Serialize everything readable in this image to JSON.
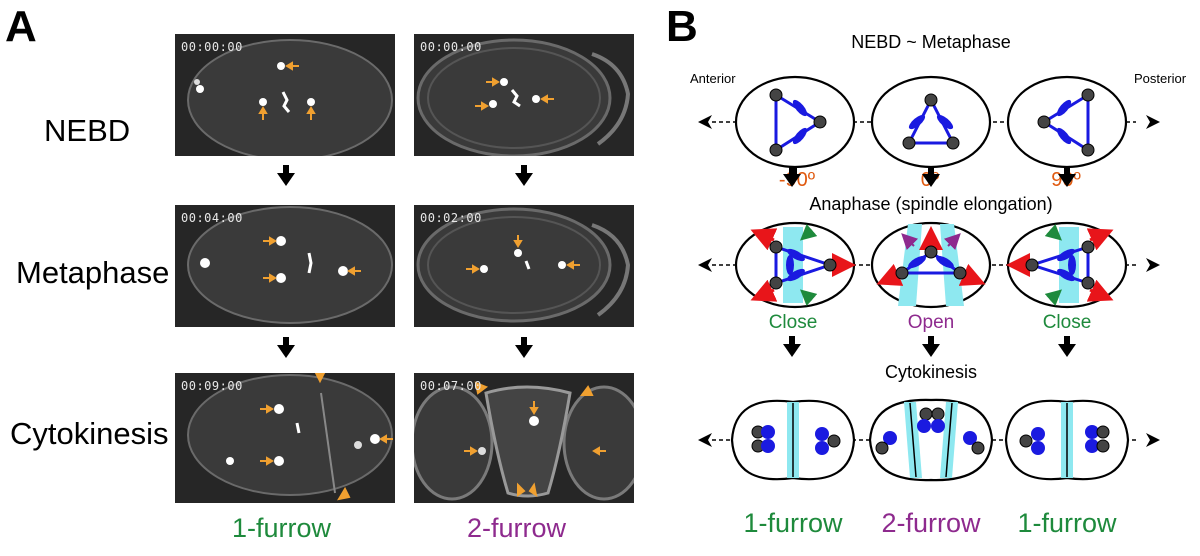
{
  "panel_a": {
    "letter": "A",
    "rows": [
      "NEBD",
      "Metaphase",
      "Cytokinesis"
    ],
    "timestamps": {
      "col1": [
        "00:00:00",
        "00:04:00",
        "00:09:00"
      ],
      "col2": [
        "00:00:00",
        "00:02:00",
        "00:07:00"
      ]
    },
    "columns": [
      {
        "label": "1-furrow",
        "color": "#1e8a3c"
      },
      {
        "label": "2-furrow",
        "color": "#8e2a8e"
      }
    ]
  },
  "panel_b": {
    "letter": "B",
    "stage1": "NEBD ~ Metaphase",
    "anterior": "Anterior",
    "posterior": "Posterior",
    "angles": [
      "-90º",
      "0º",
      "90º"
    ],
    "angle_color": "#e05a10",
    "stage2": "Anaphase (spindle elongation)",
    "states": [
      {
        "label": "Close",
        "color": "#1e8a3c"
      },
      {
        "label": "Open",
        "color": "#8e2a8e"
      },
      {
        "label": "Close",
        "color": "#1e8a3c"
      }
    ],
    "stage3": "Cytokinesis",
    "outcomes": [
      {
        "label": "1-furrow",
        "color": "#1e8a3c"
      },
      {
        "label": "2-furrow",
        "color": "#8e2a8e"
      },
      {
        "label": "1-furrow",
        "color": "#1e8a3c"
      }
    ]
  },
  "colors": {
    "spindle": "#1a1ae0",
    "bar": "#e05a10",
    "force_arrow": "#e8151a",
    "furrow_zone": "#8ee8f0",
    "arrow_orange": "#f0a030"
  }
}
